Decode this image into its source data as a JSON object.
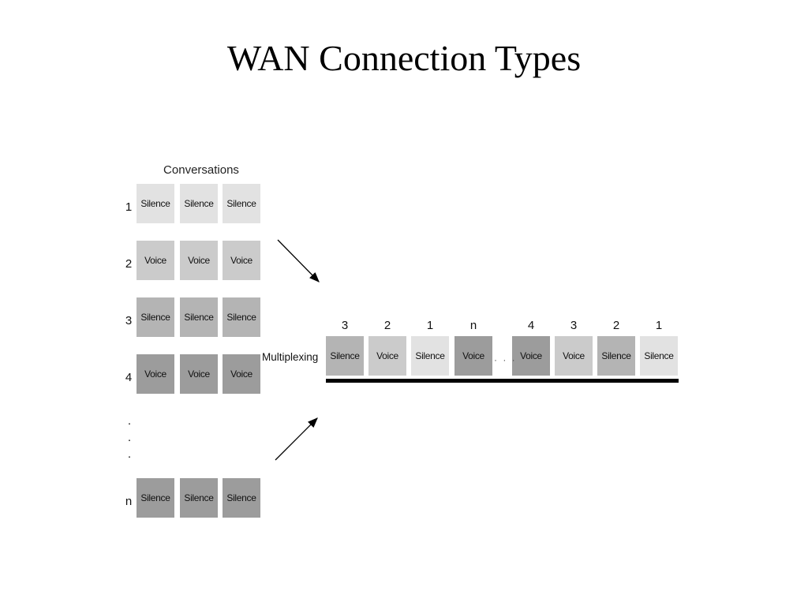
{
  "title": "WAN Connection Types",
  "conversations_heading": "Conversations",
  "multiplexing_label": "Multiplexing",
  "vertical_ellipsis": [
    "·",
    "·",
    "·"
  ],
  "horizontal_ellipsis": "· · ·",
  "conversations": [
    {
      "label": "1",
      "cells": [
        "Silence",
        "Silence",
        "Silence"
      ],
      "shade": "#e2e2e2"
    },
    {
      "label": "2",
      "cells": [
        "Voice",
        "Voice",
        "Voice"
      ],
      "shade": "#cbcbcb"
    },
    {
      "label": "3",
      "cells": [
        "Silence",
        "Silence",
        "Silence"
      ],
      "shade": "#b4b4b4"
    },
    {
      "label": "4",
      "cells": [
        "Voice",
        "Voice",
        "Voice"
      ],
      "shade": "#9c9c9c"
    },
    {
      "label": "n",
      "cells": [
        "Silence",
        "Silence",
        "Silence"
      ],
      "shade": "#9c9c9c"
    }
  ],
  "multiplexed_stream": [
    {
      "num": "3",
      "text": "Silence",
      "shade": "#b4b4b4"
    },
    {
      "num": "2",
      "text": "Voice",
      "shade": "#cbcbcb"
    },
    {
      "num": "1",
      "text": "Silence",
      "shade": "#e2e2e2"
    },
    {
      "num": "n",
      "text": "Voice",
      "shade": "#9c9c9c"
    },
    {
      "num": "4",
      "text": "Voice",
      "shade": "#9c9c9c"
    },
    {
      "num": "3",
      "text": "Voice",
      "shade": "#cbcbcb"
    },
    {
      "num": "2",
      "text": "Silence",
      "shade": "#b4b4b4"
    },
    {
      "num": "1",
      "text": "Silence",
      "shade": "#e2e2e2"
    }
  ]
}
